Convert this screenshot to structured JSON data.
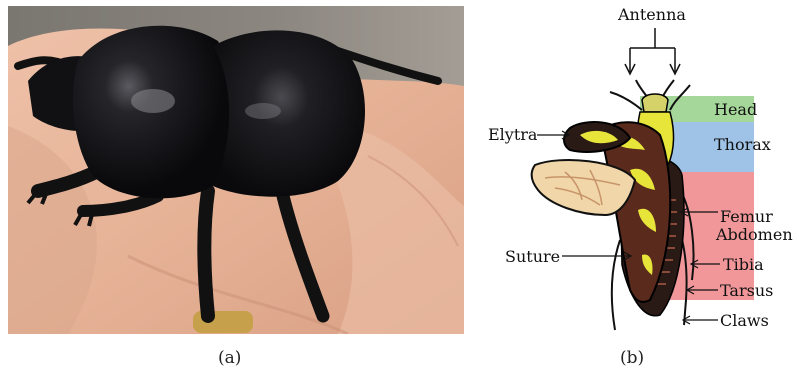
{
  "captions": {
    "a": "(a)",
    "b": "(b)"
  },
  "diagram": {
    "labels": {
      "antenna": "Antenna",
      "head": "Head",
      "thorax": "Thorax",
      "elytra": "Elytra",
      "femur": "Femur",
      "abdomen": "Abdomen",
      "suture": "Suture",
      "tibia": "Tibia",
      "tarsus": "Tarsus",
      "claws": "Claws"
    },
    "region_colors": {
      "head": "#a6d79a",
      "thorax": "#9ec3e6",
      "abdomen": "#f1979a"
    }
  },
  "colors": {
    "beetle_body": "#121214",
    "skin": "#e4b39c",
    "elytra_yellow": "#e7e43a",
    "elytra_brown": "#5a2a1c",
    "wing": "#f0d6a8"
  }
}
